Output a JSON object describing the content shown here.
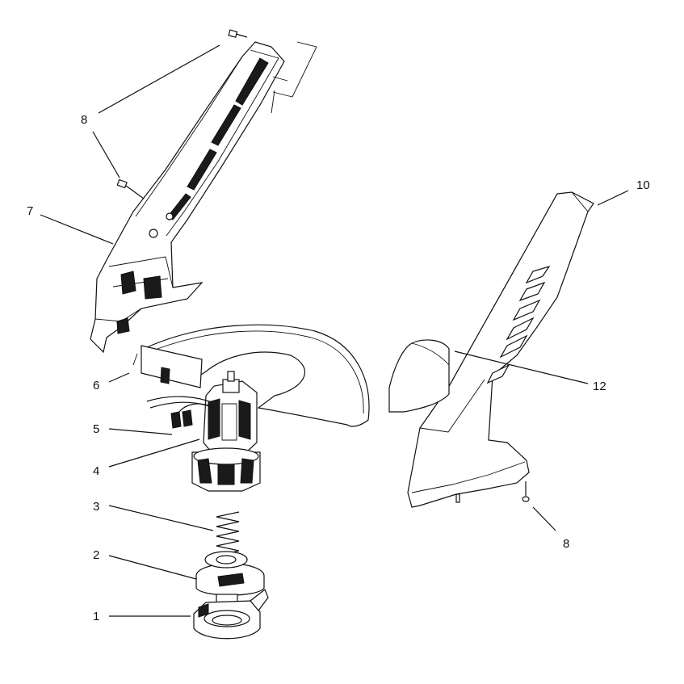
{
  "diagram": {
    "callouts": [
      {
        "id": "screw-upper",
        "label": "8"
      },
      {
        "id": "housing-left",
        "label": "7"
      },
      {
        "id": "guard",
        "label": "6"
      },
      {
        "id": "leads",
        "label": "5"
      },
      {
        "id": "motor",
        "label": "4"
      },
      {
        "id": "spring",
        "label": "3"
      },
      {
        "id": "spool",
        "label": "2"
      },
      {
        "id": "cap",
        "label": "1"
      },
      {
        "id": "housing-right",
        "label": "10"
      },
      {
        "id": "label-pad",
        "label": "12"
      },
      {
        "id": "screw-right",
        "label": "8"
      }
    ]
  }
}
